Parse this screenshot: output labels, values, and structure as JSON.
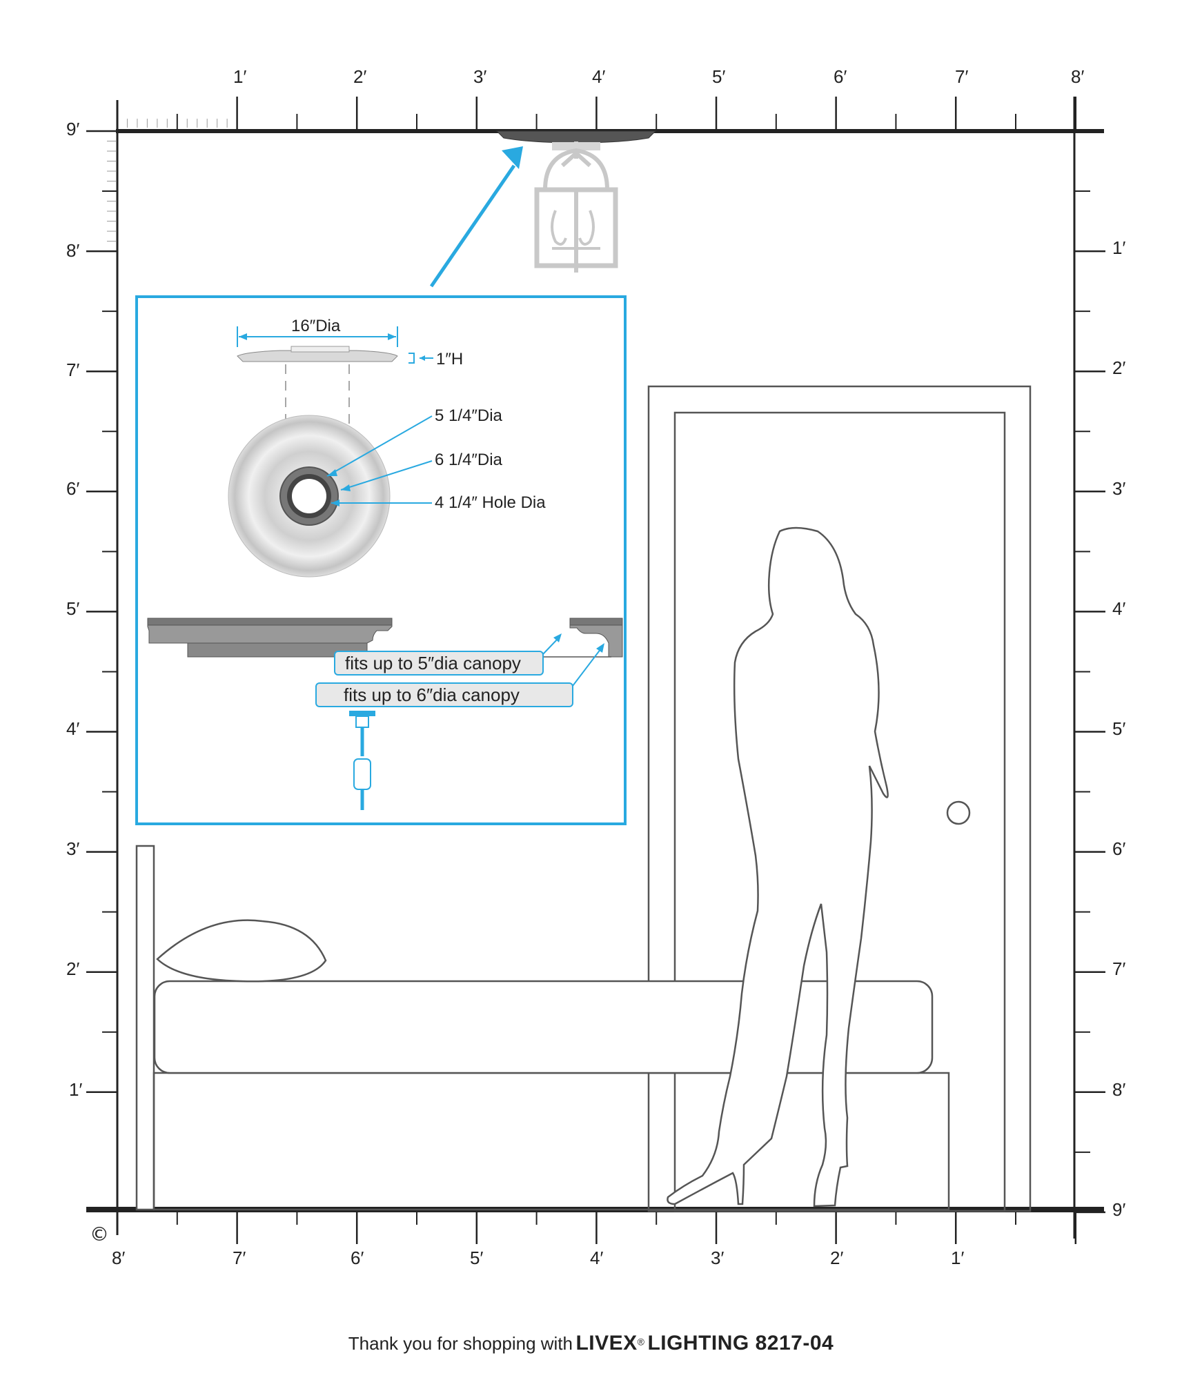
{
  "ruler": {
    "top_labels": [
      "1′",
      "2′",
      "3′",
      "4′",
      "5′",
      "6′",
      "7′",
      "8′"
    ],
    "bottom_labels": [
      "8′",
      "7′",
      "6′",
      "5′",
      "4′",
      "3′",
      "2′",
      "1′"
    ],
    "left_labels": [
      "9′",
      "8′",
      "7′",
      "6′",
      "5′",
      "4′",
      "3′",
      "2′",
      "1′"
    ],
    "right_labels": [
      "1′",
      "2′",
      "3′",
      "4′",
      "5′",
      "6′",
      "7′",
      "8′",
      "9′"
    ]
  },
  "detail": {
    "dia_label": "16″Dia",
    "height_label": "1″H",
    "callout_1": "5 1/4″Dia",
    "callout_2": "6  1/4″Dia",
    "callout_3": "4  1/4″  Hole Dia",
    "pill_1": "fits up to  5″dia canopy",
    "pill_2": "fits up to   6″dia canopy"
  },
  "copyright_symbol": "©",
  "footer": {
    "thanks": "Thank you for shopping with",
    "brand": "LIVEX",
    "registered": "®",
    "product": "LIGHTING 8217-04"
  },
  "colors": {
    "accent": "#29a9e0",
    "line": "#222222",
    "fixture": "#c8c8c8"
  }
}
